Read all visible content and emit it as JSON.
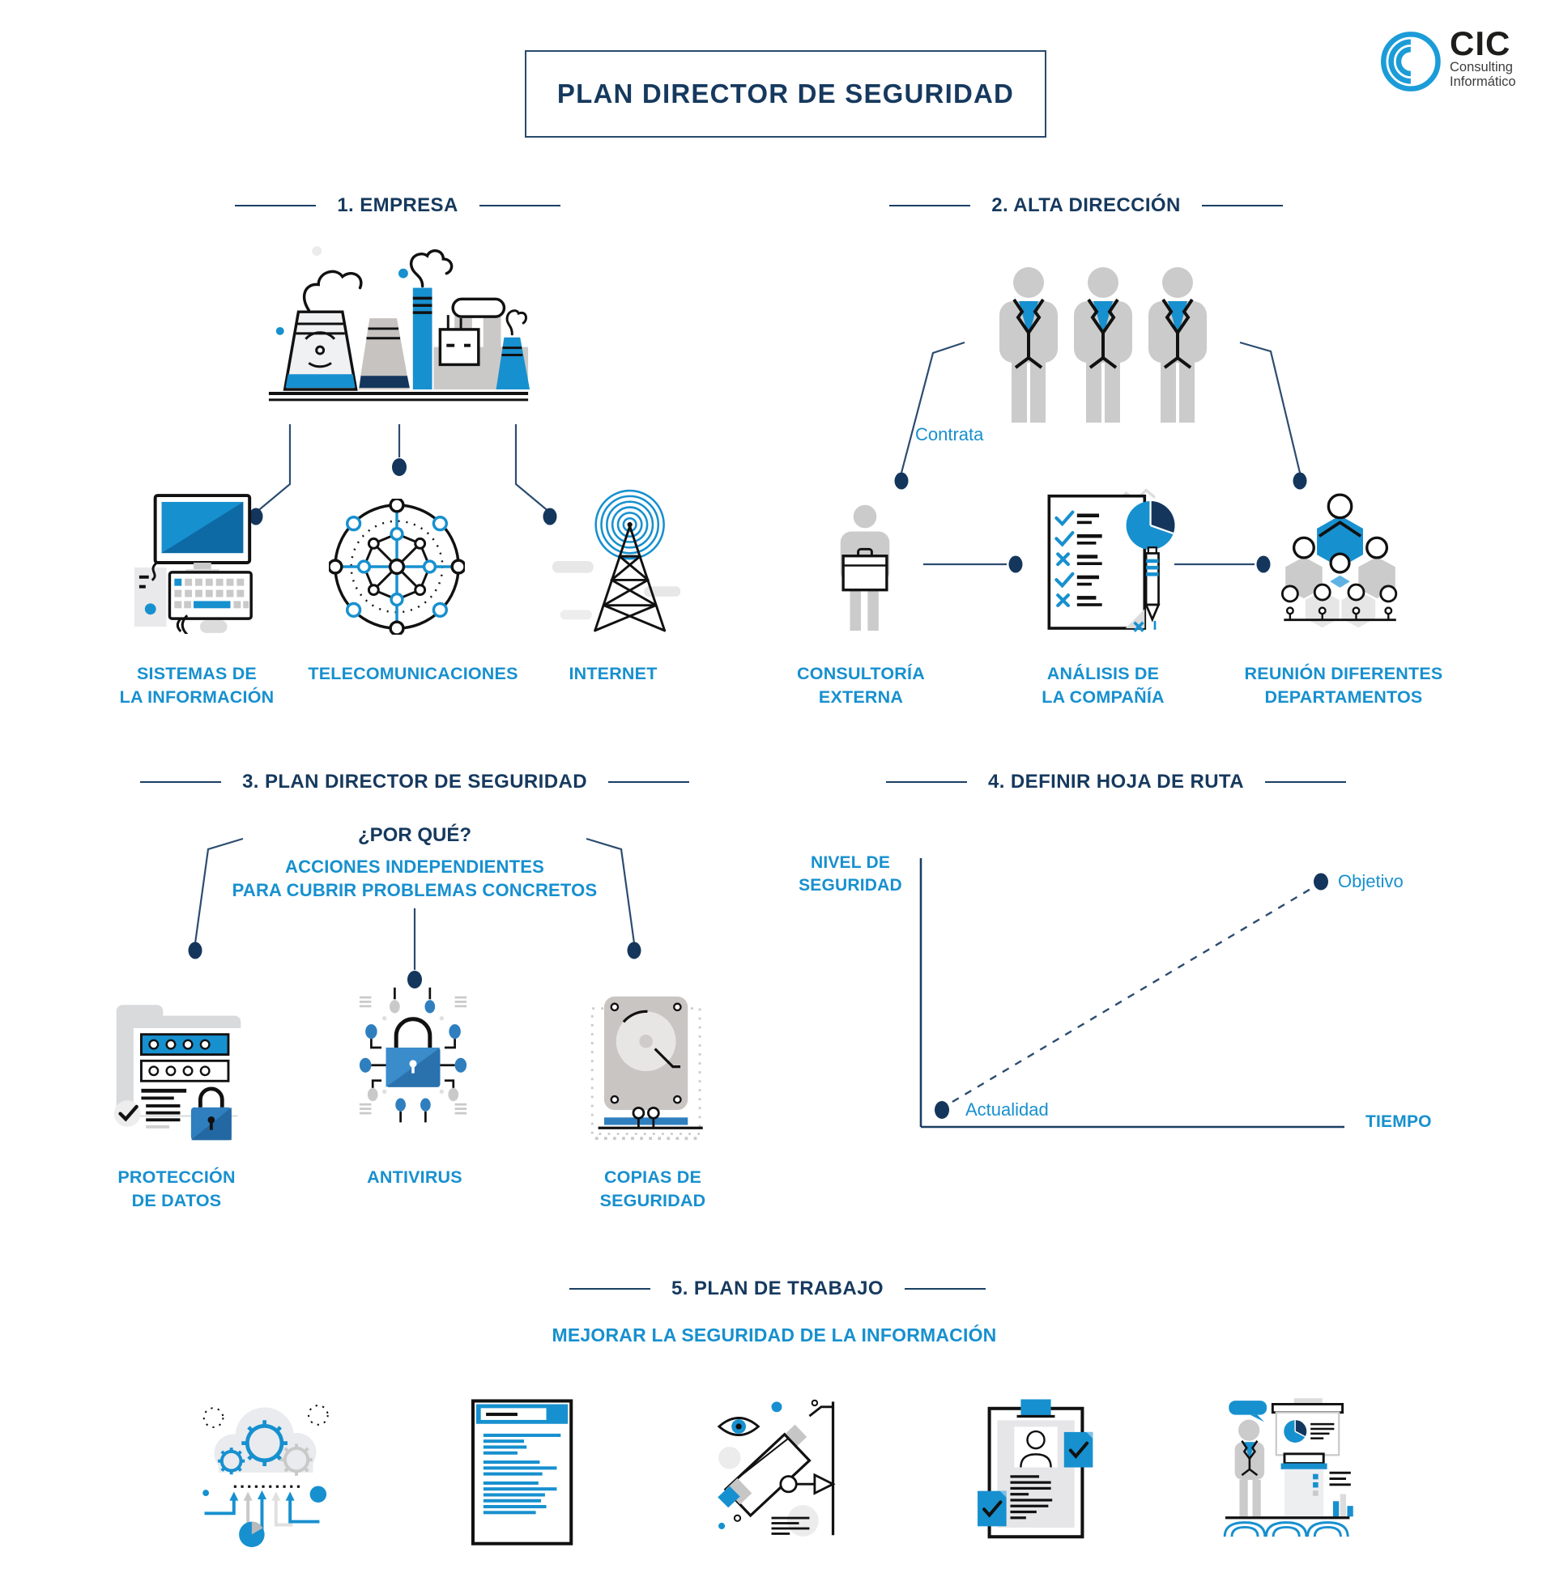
{
  "title": "PLAN DIRECTOR DE SEGURIDAD",
  "logo": {
    "name": "CIC",
    "tagline1": "Consulting",
    "tagline2": "Informático"
  },
  "colors": {
    "navy": "#16395e",
    "blue": "#1790cf",
    "dot_navy": "#14365c",
    "lock_blue": "#2f7fbf"
  },
  "sections": {
    "empresa": {
      "heading": "1. EMPRESA",
      "items": [
        {
          "icon": "computer-icon",
          "label": "SISTEMAS DE\nLA INFORMACIÓN"
        },
        {
          "icon": "network-icon",
          "label": "TELECOMUNICACIONES"
        },
        {
          "icon": "antenna-icon",
          "label": "INTERNET"
        }
      ]
    },
    "alta_direccion": {
      "heading": "2. ALTA DIRECCIÓN",
      "connector_label": "Contrata",
      "items": [
        {
          "icon": "consultant-icon",
          "label": "CONSULTORÍA\nEXTERNA"
        },
        {
          "icon": "checklist-icon",
          "label": "ANÁLISIS DE\nLA COMPAÑÍA"
        },
        {
          "icon": "meeting-icon",
          "label": "REUNIÓN DIFERENTES\nDEPARTAMENTOS"
        }
      ]
    },
    "plan_director": {
      "heading": "3. PLAN DIRECTOR DE SEGURIDAD",
      "question": "¿POR QUÉ?",
      "answer": "ACCIONES INDEPENDIENTES\nPARA CUBRIR PROBLEMAS CONCRETOS",
      "items": [
        {
          "icon": "data-protection-icon",
          "label": "PROTECCIÓN\nDE DATOS"
        },
        {
          "icon": "antivirus-icon",
          "label": "ANTIVIRUS"
        },
        {
          "icon": "backup-icon",
          "label": "COPIAS DE\nSEGURIDAD"
        }
      ]
    },
    "hoja_ruta": {
      "heading": "4. DEFINIR HOJA DE RUTA",
      "ylabel": "NIVEL DE\nSEGURIDAD",
      "xlabel": "TIEMPO",
      "start_label": "Actualidad",
      "end_label": "Objetivo"
    },
    "plan_trabajo": {
      "heading": "5. PLAN DE TRABAJO",
      "subtitle": "MEJORAR LA SEGURIDAD DE LA INFORMACIÓN",
      "icons": [
        "cloud-gears-icon",
        "security-document-icon",
        "cctv-icon",
        "audit-clipboard-icon",
        "presentation-icon"
      ]
    }
  },
  "chart_data": {
    "type": "line",
    "title": "4. DEFINIR HOJA DE RUTA",
    "xlabel": "TIEMPO",
    "ylabel": "NIVEL DE SEGURIDAD",
    "style": "dashed",
    "grid": false,
    "legend": false,
    "points": [
      {
        "label": "Actualidad",
        "x": 0.07,
        "y": 0.07
      },
      {
        "label": "Objetivo",
        "x": 0.93,
        "y": 0.91
      }
    ]
  }
}
